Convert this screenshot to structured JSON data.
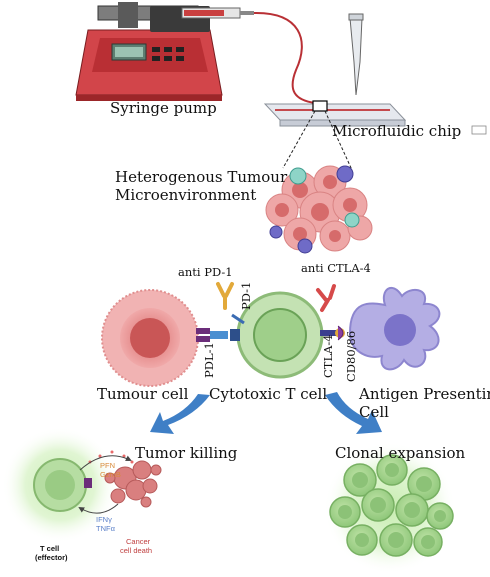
{
  "labels": {
    "syringe_pump": "Syringe pump",
    "microfluidic_chip": "Microfluidic chip",
    "tme_line1": "Heterogenous Tumour",
    "tme_line2": "Microenvironment",
    "anti_pd1": "anti PD-1",
    "anti_ctla4": "anti CTLA-4",
    "pd1": "PD-1",
    "pdl1": "PDL-1",
    "ctla4": "CTLA-4",
    "cd80_86": "CD80/86",
    "tumour_cell": "Tumour cell",
    "cytotoxic_t_cell": "Cytotoxic T cell",
    "apc_line1": "Antigen Presenting",
    "apc_line2": "Cell",
    "tumor_killing": "Tumor killing",
    "clonal_expansion": "Clonal expansion",
    "pfn": "PFN",
    "gzmb": "GzmB",
    "ifng": "IFNγ",
    "tnfa": "TNFα",
    "t_cell_effector_line1": "T cell",
    "t_cell_effector_line2": "(effector)",
    "cancer_death_line1": "Cancer",
    "cancer_death_line2": "cell death"
  },
  "colors": {
    "pump_red": "#c8383c",
    "tumour_pink": "#e88b8b",
    "t_cell_green": "#b8dca8",
    "apc_purple": "#a9a3dc",
    "arrow_blue": "#3f7fc6"
  }
}
